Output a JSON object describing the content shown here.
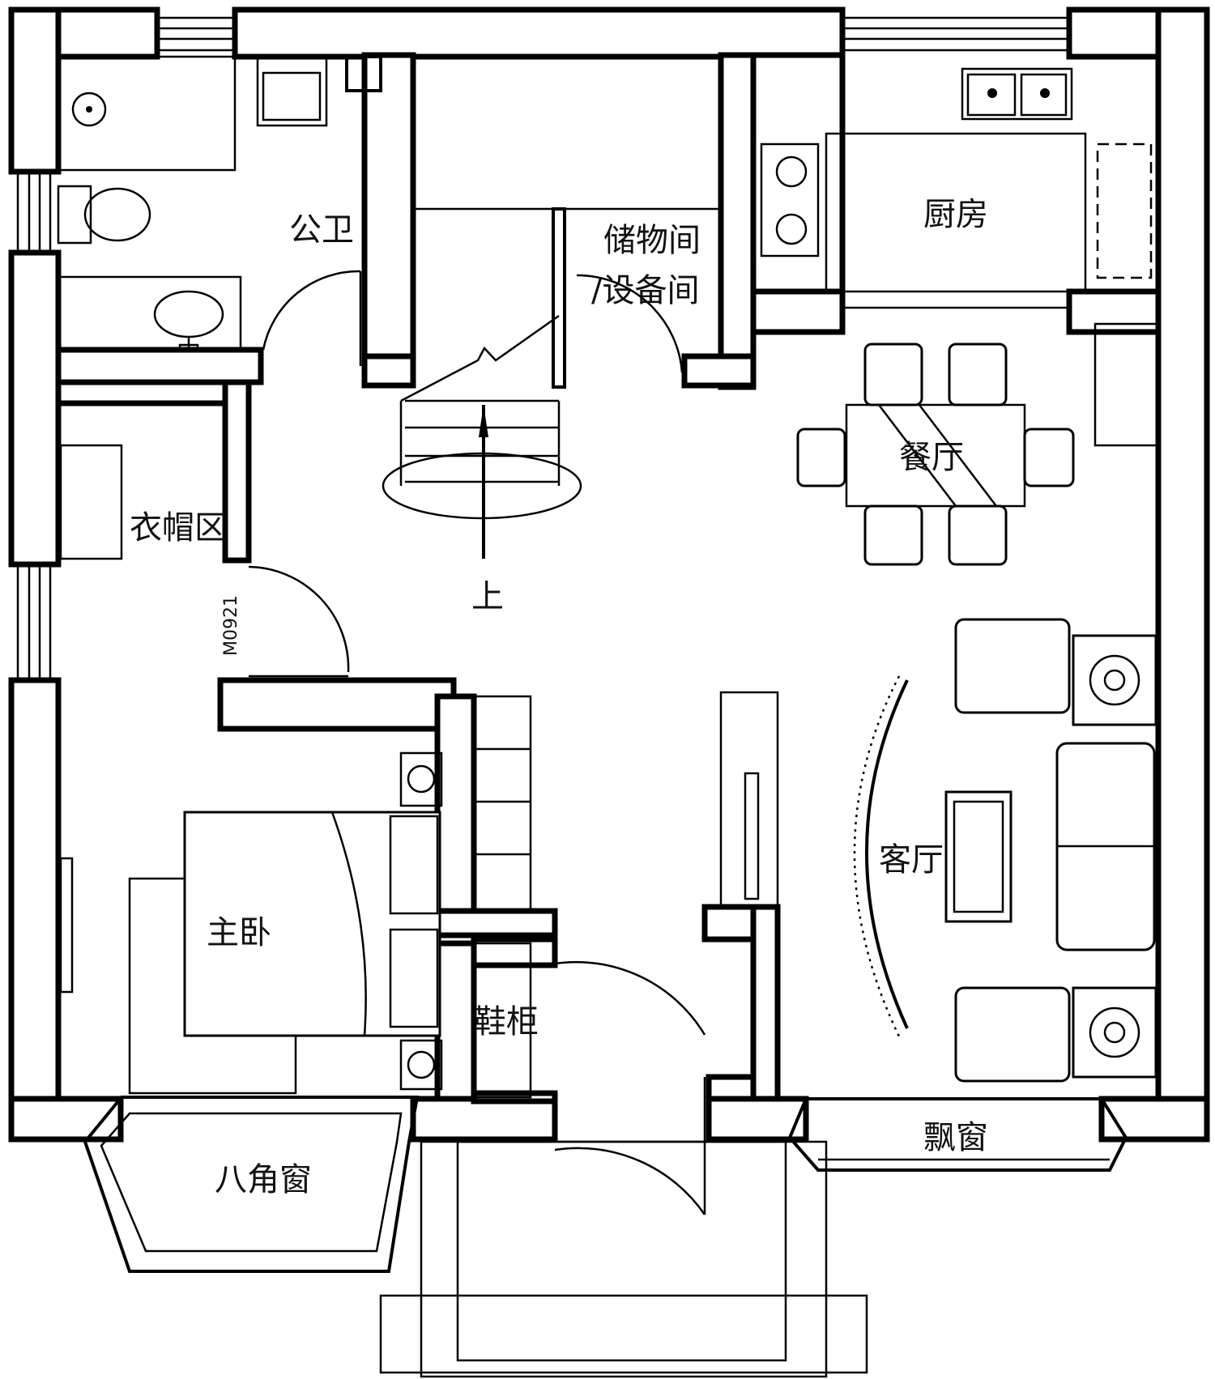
{
  "rooms": {
    "public_bath": "公卫",
    "storage": "储物间",
    "storage_sub": "/设备间",
    "kitchen": "厨房",
    "dining": "餐厅",
    "cloakroom": "衣帽区",
    "stairs_up": "上",
    "door_code": "M0921",
    "master_bedroom": "主卧",
    "shoe_cabinet": "鞋柜",
    "living_room": "客厅",
    "octagonal_window": "八角窗",
    "bay_window": "飘窗"
  }
}
